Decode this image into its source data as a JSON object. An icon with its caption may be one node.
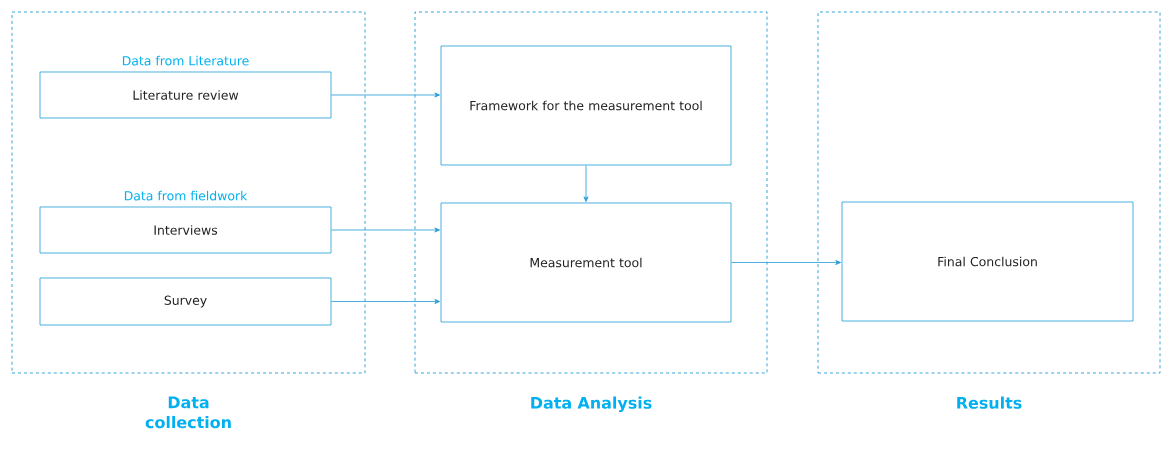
{
  "diagram": {
    "nodes": [
      {
        "text": [
          "Data collection"
        ]
      },
      {
        "text": [
          "Literature review"
        ],
        "in": 0,
        "beside": [
          "Data from Literature"
        ]
      },
      {
        "text": [
          "Interviews"
        ],
        "in": 0,
        "beside": [
          "Data from fieldwork"
        ]
      },
      {
        "text": [
          "Survey"
        ],
        "in": 0
      },
      {
        "text": [
          "Data Analysis"
        ]
      },
      {
        "text": [
          "Framework for the measurement tool"
        ],
        "in": 4
      },
      {
        "text": [
          "Measurement tool"
        ],
        "in": 4
      },
      {
        "text": [
          "Results"
        ]
      },
      {
        "text": [
          "Final Conclusion"
        ],
        "in": 7
      }
    ],
    "edges": [
      {
        "from": 1,
        "to": 5,
        "arrow": "to"
      },
      {
        "from": 5,
        "to": 6,
        "arrow": "to"
      },
      {
        "from": 2,
        "to": 6,
        "arrow": "to"
      },
      {
        "from": 3,
        "to": 6,
        "arrow": "to"
      },
      {
        "from": 6,
        "to": 8,
        "arrow": "to"
      }
    ]
  }
}
